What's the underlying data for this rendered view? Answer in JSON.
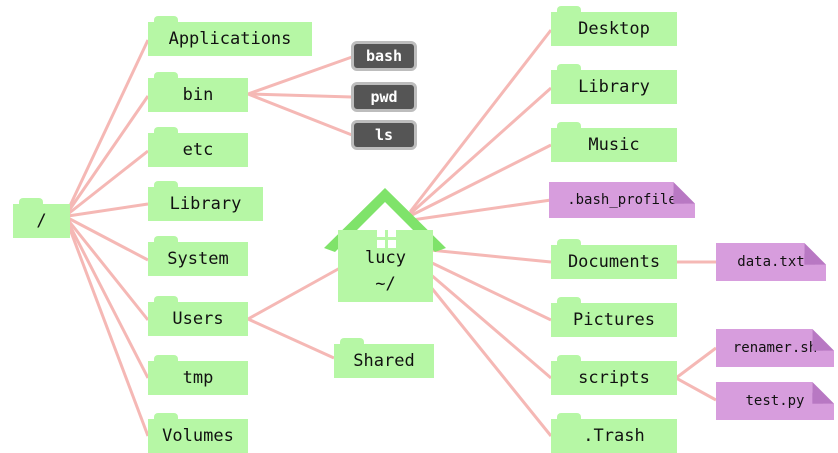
{
  "root": {
    "label": "/"
  },
  "top_level": [
    "Applications",
    "bin",
    "etc",
    "Library",
    "System",
    "Users",
    "tmp",
    "Volumes"
  ],
  "bin_commands": [
    "bash",
    "pwd",
    "ls"
  ],
  "users": {
    "home_user": "lucy",
    "home_path": "~/",
    "shared": "Shared"
  },
  "home_items": [
    "Desktop",
    "Library",
    "Music",
    ".bash_profile",
    "Documents",
    "Pictures",
    "scripts",
    ".Trash"
  ],
  "documents_files": [
    "data.txt"
  ],
  "scripts_files": [
    "renamer.sh",
    "test.py"
  ],
  "colors": {
    "folder": "#b6f7a5",
    "file": "#d79ddd",
    "command": "#555555",
    "link": "#f5b8b5"
  }
}
